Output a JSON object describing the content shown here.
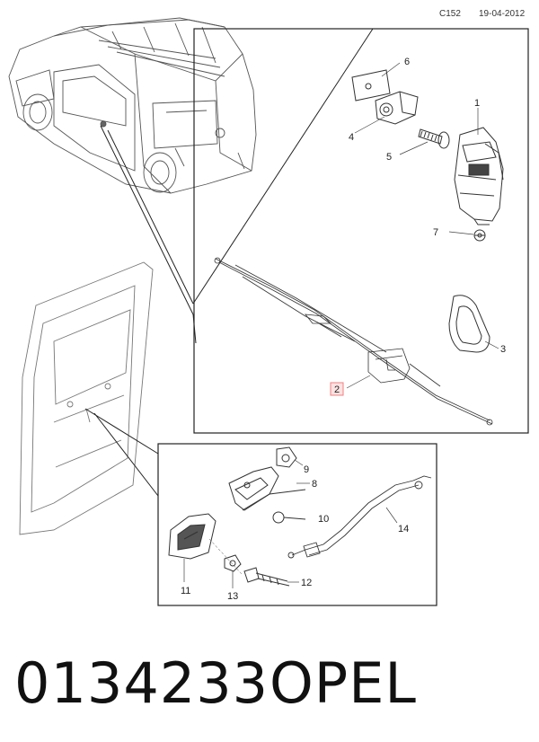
{
  "header": {
    "code": "C152",
    "date": "19-04-2012"
  },
  "callouts": {
    "c1": "1",
    "c2": "2",
    "c3": "3",
    "c4": "4",
    "c5": "5",
    "c6": "6",
    "c7": "7",
    "c8": "8",
    "c9": "9",
    "c10": "10",
    "c11": "11",
    "c12": "12",
    "c13": "13",
    "c14": "14"
  },
  "colors": {
    "highlight_box": "#f08080",
    "highlight_fill": "#fde2e2",
    "line": "#333333"
  },
  "footer": {
    "part_number": "0134233",
    "brand": "OPEL"
  }
}
